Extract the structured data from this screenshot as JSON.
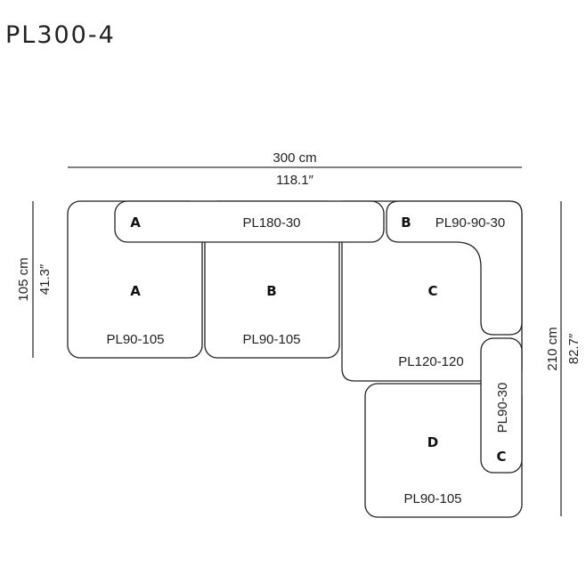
{
  "title": "PL300-4",
  "dimensions": {
    "width_cm": "300 cm",
    "width_in": "118.1″",
    "depth_left_cm": "105 cm",
    "depth_left_in": "41.3″",
    "depth_right_cm": "210 cm",
    "depth_right_in": "82.7″"
  },
  "modules": [
    {
      "id": "seat-a",
      "letter": "A",
      "model": "PL90-105"
    },
    {
      "id": "backrest-a",
      "letter": "A",
      "model": "PL180-30"
    },
    {
      "id": "seat-b",
      "letter": "B",
      "model": "PL90-105"
    },
    {
      "id": "corner-backrest-b",
      "letter": "B",
      "model": "PL90-90-30"
    },
    {
      "id": "corner-seat-c",
      "letter": "C",
      "model": "PL120-120"
    },
    {
      "id": "side-backrest-c",
      "letter": "C",
      "model": "PL90-30"
    },
    {
      "id": "seat-d",
      "letter": "D",
      "model": "PL90-105"
    }
  ]
}
